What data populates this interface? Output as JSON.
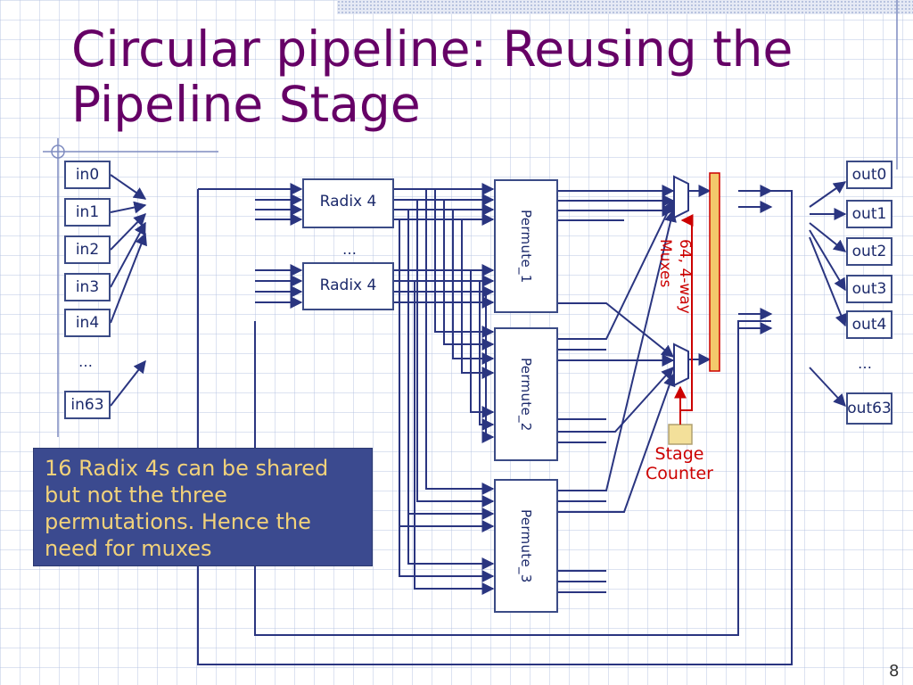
{
  "slide": {
    "title_line1": "Circular pipeline: Reusing the",
    "title_line2": "Pipeline Stage",
    "page_number": "8"
  },
  "inputs": [
    "in0",
    "in1",
    "in2",
    "in3",
    "in4",
    "…",
    "in63"
  ],
  "outputs": [
    "out0",
    "out1",
    "out2",
    "out3",
    "out4",
    "…",
    "out63"
  ],
  "radix": {
    "top": "Radix 4",
    "ellipsis": "…",
    "bottom": "Radix 4"
  },
  "permute": [
    "Permute_1",
    "Permute_2",
    "Permute_3"
  ],
  "mux_label_line1": "64, 4-way",
  "mux_label_line2": "Muxes",
  "stage_counter_line1": "Stage",
  "stage_counter_line2": "Counter",
  "callout_text": "16 Radix 4s can be shared but not the three permutations. Hence the need for muxes",
  "colors": {
    "title": "#660066",
    "wire": "#2a3580",
    "mux_label": "#cc0000",
    "register_fill": "#f3c96b",
    "callout_bg": "#3b4a8f",
    "callout_text": "#f2d27a"
  }
}
